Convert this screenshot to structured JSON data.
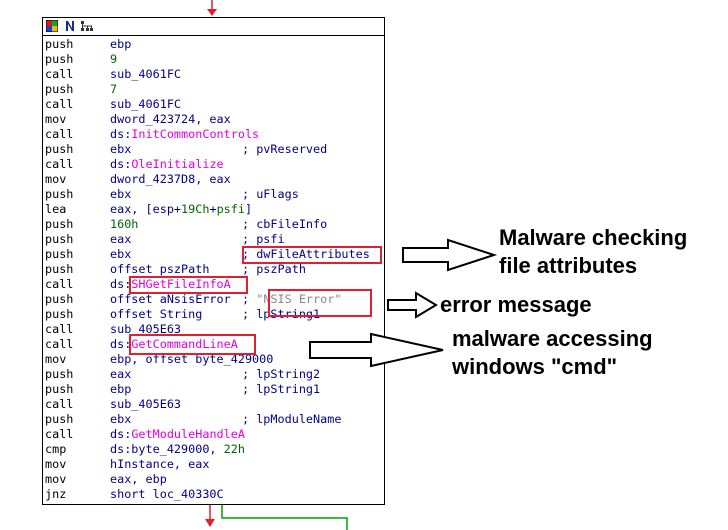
{
  "node": {
    "lines": [
      {
        "mn": "push",
        "ops": [
          {
            "t": "ebp",
            "c": "blue"
          }
        ]
      },
      {
        "mn": "push",
        "ops": [
          {
            "t": "9",
            "c": "green"
          }
        ]
      },
      {
        "mn": "call",
        "ops": [
          {
            "t": "sub_4061FC",
            "c": "blue"
          }
        ]
      },
      {
        "mn": "push",
        "ops": [
          {
            "t": "7",
            "c": "green"
          }
        ]
      },
      {
        "mn": "call",
        "ops": [
          {
            "t": "sub_4061FC",
            "c": "blue"
          }
        ]
      },
      {
        "mn": "mov",
        "ops": [
          {
            "t": "dword_423724, eax",
            "c": "blue"
          }
        ]
      },
      {
        "mn": "call",
        "ops": [
          {
            "t": "ds:",
            "c": "blue"
          },
          {
            "t": "InitCommonControls",
            "c": "magenta"
          }
        ]
      },
      {
        "mn": "push",
        "ops": [
          {
            "t": "ebx",
            "c": "blue"
          }
        ],
        "comment": "; pvReserved"
      },
      {
        "mn": "call",
        "ops": [
          {
            "t": "ds:",
            "c": "blue"
          },
          {
            "t": "OleInitialize",
            "c": "magenta"
          }
        ]
      },
      {
        "mn": "mov",
        "ops": [
          {
            "t": "dword_4237D8, eax",
            "c": "blue"
          }
        ]
      },
      {
        "mn": "push",
        "ops": [
          {
            "t": "ebx",
            "c": "blue"
          }
        ],
        "comment": "; uFlags"
      },
      {
        "mn": "lea",
        "ops": [
          {
            "t": "eax, [esp+",
            "c": "blue"
          },
          {
            "t": "19Ch",
            "c": "green"
          },
          {
            "t": "+",
            "c": "blue"
          },
          {
            "t": "psfi",
            "c": "green"
          },
          {
            "t": "]",
            "c": "blue"
          }
        ]
      },
      {
        "mn": "push",
        "ops": [
          {
            "t": "160h",
            "c": "green"
          }
        ],
        "comment": "; cbFileInfo"
      },
      {
        "mn": "push",
        "ops": [
          {
            "t": "eax",
            "c": "blue"
          }
        ],
        "comment": "; psfi"
      },
      {
        "mn": "push",
        "ops": [
          {
            "t": "ebx",
            "c": "blue"
          }
        ],
        "comment": "; dwFileAttributes"
      },
      {
        "mn": "push",
        "ops": [
          {
            "t": "offset pszPath",
            "c": "blue"
          }
        ],
        "comment": "; pszPath"
      },
      {
        "mn": "call",
        "ops": [
          {
            "t": "ds:",
            "c": "blue"
          },
          {
            "t": "SHGetFileInfoA",
            "c": "magenta"
          }
        ]
      },
      {
        "mn": "push",
        "ops": [
          {
            "t": "offset aNsisError",
            "c": "blue"
          }
        ],
        "comment": "; ",
        "comment2": "\"NSIS Error\""
      },
      {
        "mn": "push",
        "ops": [
          {
            "t": "offset String",
            "c": "blue"
          }
        ],
        "comment": "; lpString1"
      },
      {
        "mn": "call",
        "ops": [
          {
            "t": "sub_405E63",
            "c": "blue"
          }
        ]
      },
      {
        "mn": "call",
        "ops": [
          {
            "t": "ds:",
            "c": "blue"
          },
          {
            "t": "GetCommandLineA",
            "c": "magenta"
          }
        ]
      },
      {
        "mn": "mov",
        "ops": [
          {
            "t": "ebp, offset byte_429000",
            "c": "blue"
          }
        ]
      },
      {
        "mn": "push",
        "ops": [
          {
            "t": "eax",
            "c": "blue"
          }
        ],
        "comment": "; lpString2"
      },
      {
        "mn": "push",
        "ops": [
          {
            "t": "ebp",
            "c": "blue"
          }
        ],
        "comment": "; lpString1"
      },
      {
        "mn": "call",
        "ops": [
          {
            "t": "sub_405E63",
            "c": "blue"
          }
        ]
      },
      {
        "mn": "push",
        "ops": [
          {
            "t": "ebx",
            "c": "blue"
          }
        ],
        "comment": "; lpModuleName"
      },
      {
        "mn": "call",
        "ops": [
          {
            "t": "ds:",
            "c": "blue"
          },
          {
            "t": "GetModuleHandleA",
            "c": "magenta"
          }
        ]
      },
      {
        "mn": "cmp",
        "ops": [
          {
            "t": "ds:byte_429000, ",
            "c": "blue"
          },
          {
            "t": "22h",
            "c": "green"
          }
        ]
      },
      {
        "mn": "mov",
        "ops": [
          {
            "t": "hInstance, eax",
            "c": "blue"
          }
        ]
      },
      {
        "mn": "mov",
        "ops": [
          {
            "t": "eax, ebp",
            "c": "blue"
          }
        ]
      },
      {
        "mn": "jnz",
        "ops": [
          {
            "t": "short loc_40330C",
            "c": "blue"
          }
        ]
      }
    ]
  },
  "annotations": {
    "file_attr_line1": "Malware checking",
    "file_attr_line2": "file attributes",
    "error_msg": "error message",
    "cmd_line1": "malware accessing",
    "cmd_line2": "windows \"cmd\""
  },
  "colors": {
    "highlight": "#e0202e",
    "arrow_red": "#e0202e",
    "arrow_green": "#00a000"
  },
  "icons": [
    "graph-palette-icon",
    "node-name-icon",
    "graph-layout-icon"
  ]
}
